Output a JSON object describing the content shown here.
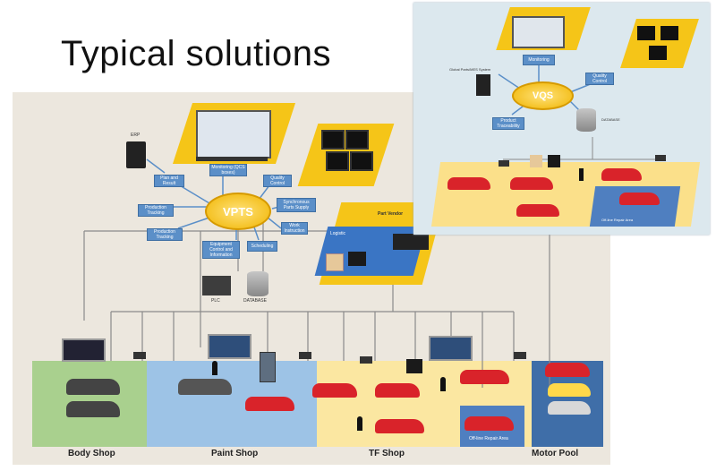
{
  "title": "Typical solutions",
  "vpts": {
    "hub_label": "VPTS",
    "erp_label": "ERP",
    "boxes": {
      "monitoring": "Monitoring (QCS boxes)",
      "quality_control": "Quality Control",
      "plan_and_result": "Plan and Result",
      "production_tracking": "Production Tracking",
      "production_tracking_2": "Production Tracking",
      "synchronous_parts_supply": "Synchronous Parts Supply",
      "work_instruction": "Work Instruction",
      "equipment_control": "Equipment Control and Information",
      "scheduling": "Scheduling"
    },
    "plc_label": "PLC",
    "database_label": "DATABASE",
    "part_vendor": "Part Vendor",
    "logistic": "Logistic"
  },
  "zones": {
    "body_shop": "Body Shop",
    "paint_shop": "Paint Shop",
    "tf_shop": "TF Shop",
    "motor_pool": "Motor Pool",
    "offline_repair": "Off-line Repair Area"
  },
  "vqs": {
    "hub_label": "VQS",
    "monitoring": "Monitoring",
    "quality_control": "Quality Control",
    "global_parts": "Global Parts/MES System",
    "product_traceability": "Product Traceability",
    "database": "DATABASE",
    "offline_repair": "Off-line Repair Area"
  }
}
